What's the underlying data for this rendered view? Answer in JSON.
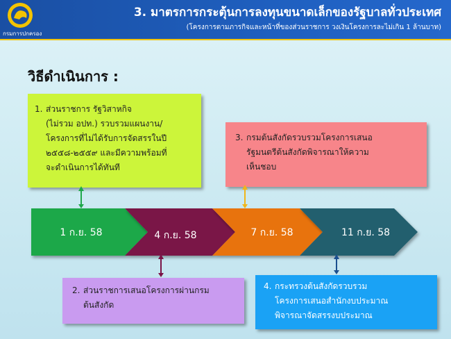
{
  "header": {
    "title": "3. มาตรการกระตุ้นการลงทุนขนาดเล็กของรัฐบาลทั่วประเทศ",
    "subtitle": "(โครงการตามภารกิจและหน้าที่ของส่วนราชการ วงเงินโครงการละไม่เกิน 1 ล้านบาท)",
    "org": "กรมการปกครอง"
  },
  "heading": "วิธีดำเนินการ :",
  "timeline": [
    {
      "label": "1 ก.ย. 58",
      "color": "#1fa84a"
    },
    {
      "label": "4 ก.ย. 58",
      "color": "#7a1346"
    },
    {
      "label": "7 ก.ย. 58",
      "color": "#e8730e"
    },
    {
      "label": "11 ก.ย. 58",
      "color": "#245f6e"
    }
  ],
  "steps": {
    "step1": {
      "num": "1.",
      "lines": [
        "ส่วนราชการ รัฐวิสาหกิจ",
        "(ไม่รวม อปท.) รวบรวมแผนงาน/",
        "โครงการที่ไม่ได้รับการจัดสรรในปี",
        "๒๕๕๘-๒๕๕๙ และมีความพร้อมที่",
        "จะดำเนินการได้ทันที"
      ]
    },
    "step2": {
      "num": "2.",
      "lines": [
        "ส่วนราชการเสนอโครงการผ่านกรม",
        "ต้นสังกัด"
      ]
    },
    "step3": {
      "num": "3.",
      "lines": [
        "กรมต้นสังกัดรวบรวมโครงการเสนอ",
        "รัฐมนตรีต้นสังกัดพิจารณาให้ความ",
        "เห็นชอบ"
      ]
    },
    "step4": {
      "num": "4.",
      "lines": [
        "กระทรวงต้นสังกัดรวบรวม",
        "โครงการเสนอสำนักงบประมาณ",
        "พิจารณาจัดสรรงบประมาณ"
      ]
    }
  },
  "colors": {
    "box1": "#ccf53a",
    "box2": "#c99bf0",
    "box3": "#f7858a",
    "box4": "#1aa2f5",
    "arrow1": "#1fa84a",
    "arrow2": "#7a1346",
    "arrow3": "#f0b51a",
    "arrow4": "#1b4f8f"
  }
}
